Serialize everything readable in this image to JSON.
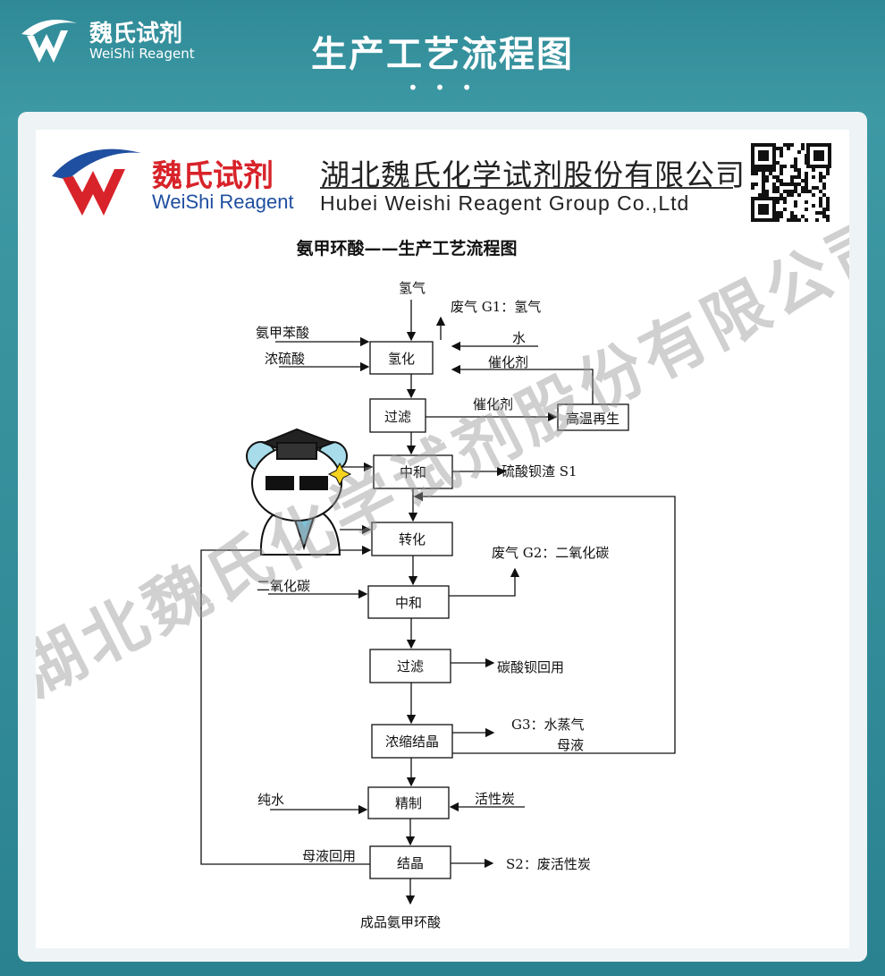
{
  "header": {
    "logo_cn": "魏氏试剂",
    "logo_en": "WeiShi Reagent",
    "title": "生产工艺流程图",
    "dots": "• • •"
  },
  "company": {
    "logo_cn": "魏氏试剂",
    "logo_en": "WeiShi Reagent",
    "name_cn": "湖北魏氏化学试剂股份有限公司",
    "name_en": "Hubei Weishi Reagent Group Co.,Ltd"
  },
  "diagram": {
    "title": "氨甲环酸——生产工艺流程图",
    "nodes": {
      "hydrogenation": "氢化",
      "filter1": "过滤",
      "neutralize1": "中和",
      "convert": "转化",
      "neutralize2": "中和",
      "filter2": "过滤",
      "concentrate": "浓缩结晶",
      "refine": "精制",
      "crystallize": "结晶",
      "regen": "高温再生"
    },
    "labels": {
      "hydrogen_in": "氢气",
      "waste_g1": "废气 G1：氢气",
      "tranexamic_raw": "氨甲苯酸",
      "sulfuric": "浓硫酸",
      "water": "水",
      "catalyst_return": "催化剂",
      "catalyst_out": "催化剂",
      "barium_sulfate": "硫酸钡渣 S1",
      "waste_g2": "废气 G2：二氧化碳",
      "co2_in": "二氧化碳",
      "barium_carbonate": "碳酸钡回用",
      "g3": "G3：水蒸气",
      "mother_liquor": "母液",
      "pure_water": "纯水",
      "activated_carbon": "活性炭",
      "mother_recycle": "母液回用",
      "s2": "S2：废活性炭",
      "product": "成品氨甲环酸"
    }
  },
  "watermark": "湖北魏氏化学试剂股份有限公司",
  "colors": {
    "teal": "#2f8a97",
    "brand_red": "#d8232a",
    "brand_blue": "#1f4fa0"
  }
}
